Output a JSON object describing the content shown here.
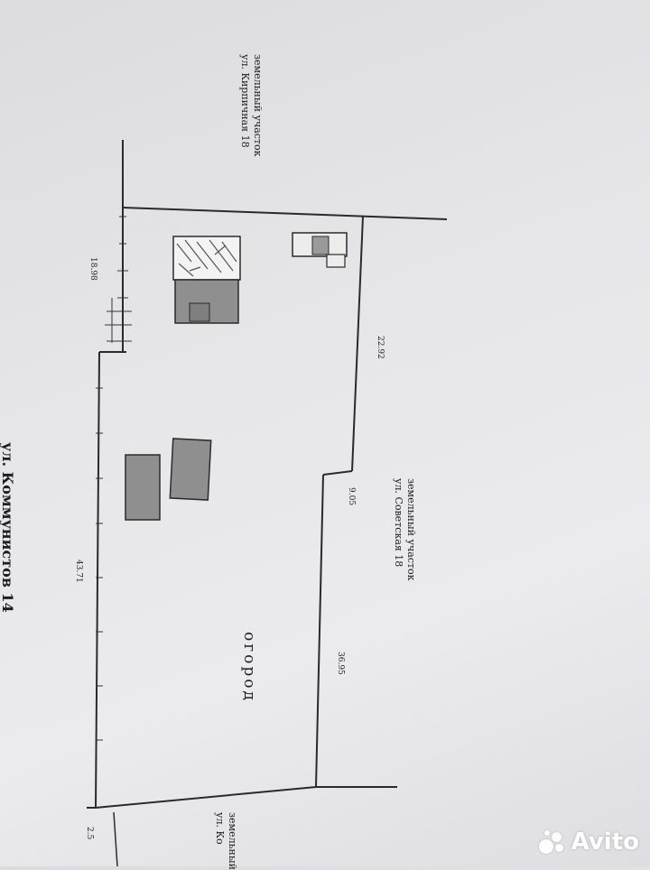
{
  "plan": {
    "street_label": "ул. Коммунистов 14",
    "garden_label": "огород",
    "neighbor_top": {
      "line1": "земельный участок",
      "line2": "ул. Кирпичная 18"
    },
    "neighbor_right": {
      "line1": "земельный участок",
      "line2": "ул. Советская 18"
    },
    "neighbor_bottom": {
      "line1": "земельный",
      "line2": "ул. Ко"
    },
    "dimensions": {
      "top_edge": "22.92",
      "left_upper": "18.98",
      "left_lower": "43.71",
      "step": "9.05",
      "right_lower": "36.95",
      "bottom_corner": "2.5"
    }
  },
  "watermark": {
    "text": "Avito"
  },
  "colors": {
    "line": "#2a2a2a",
    "building_fill": "#8f8f8f",
    "paper": "#e6e6e9"
  }
}
